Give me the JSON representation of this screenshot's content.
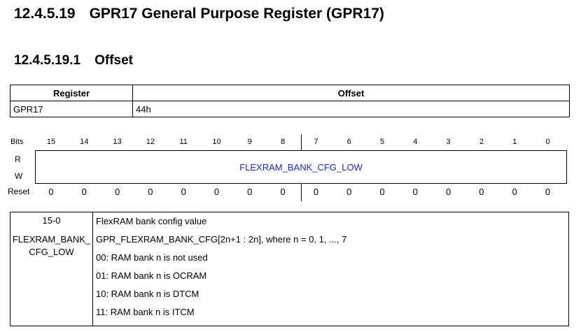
{
  "heading": {
    "number": "12.4.5.19",
    "title": "GPR17 General Purpose Register (GPR17)"
  },
  "subheading": {
    "number": "12.4.5.19.1",
    "title": "Offset"
  },
  "offset_table": {
    "headers": [
      "Register",
      "Offset"
    ],
    "row": [
      "GPR17",
      "44h"
    ]
  },
  "bit_diagram": {
    "bits_label": "Bits",
    "r_label": "R",
    "w_label": "W",
    "reset_label": "Reset",
    "bits": [
      "15",
      "14",
      "13",
      "12",
      "11",
      "10",
      "9",
      "8",
      "7",
      "6",
      "5",
      "4",
      "3",
      "2",
      "1",
      "0"
    ],
    "field_name": "FLEXRAM_BANK_CFG_LOW",
    "reset_values": [
      "0",
      "0",
      "0",
      "0",
      "0",
      "0",
      "0",
      "0",
      "0",
      "0",
      "0",
      "0",
      "0",
      "0",
      "0",
      "0"
    ],
    "field_color": "#1a27c9"
  },
  "field_description": {
    "bits": "15-0",
    "field": "FLEXRAM_BANK_CFG_LOW",
    "lines": [
      "FlexRAM bank config value",
      "GPR_FLEXRAM_BANK_CFG[2n+1 : 2n], where n = 0, 1, ..., 7",
      "00: RAM bank n is not used",
      "01: RAM bank n is OCRAM",
      "10: RAM bank n is DTCM",
      "11: RAM bank n is ITCM"
    ]
  }
}
